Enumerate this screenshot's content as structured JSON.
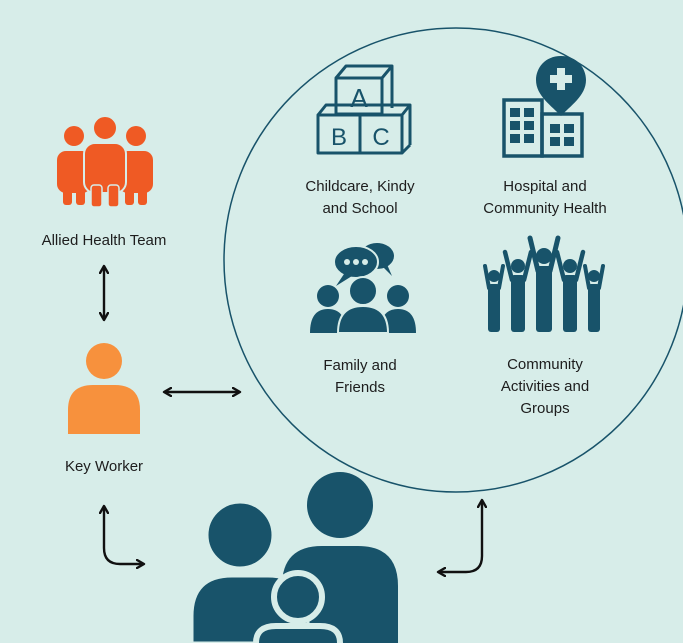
{
  "colors": {
    "background": "#d7ede9",
    "teal": "#18536a",
    "allied_orange": "#ef5a24",
    "keyworker_orange": "#f7913d",
    "arrow": "#111111"
  },
  "icons": {
    "allied_health": "group-of-people-icon",
    "key_worker": "person-icon",
    "childcare": "abc-blocks-icon",
    "hospital": "hospital-building-icon",
    "family": "chat-group-icon",
    "community": "cheering-crowd-icon",
    "family_unit": "family-icon"
  },
  "blocks": {
    "a": "A",
    "b": "B",
    "c": "C"
  },
  "labels": {
    "allied_health": "Allied Health Team",
    "key_worker": "Key Worker",
    "childcare_line1": "Childcare, Kindy",
    "childcare_line2": "and School",
    "hospital_line1": "Hospital and",
    "hospital_line2": "Community Health",
    "family_line1": "Family and",
    "family_line2": "Friends",
    "community_line1": "Community",
    "community_line2": "Activities and",
    "community_line3": "Groups"
  }
}
